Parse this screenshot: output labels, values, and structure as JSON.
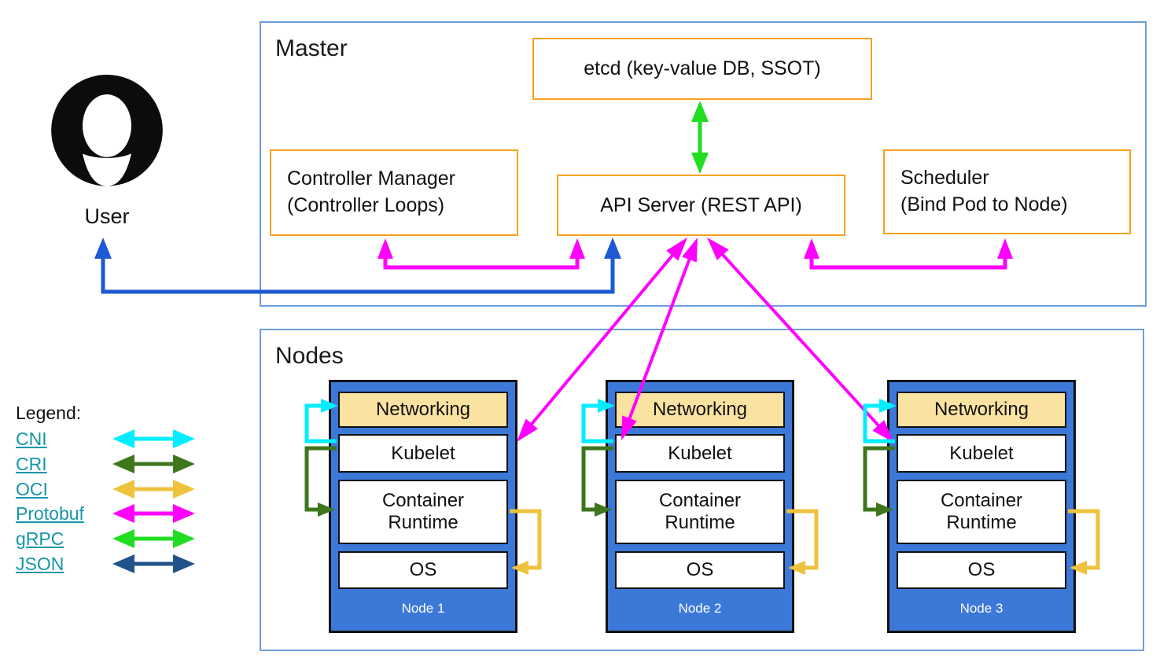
{
  "user": {
    "label": "User"
  },
  "master": {
    "title": "Master",
    "etcd": "etcd (key-value DB, SSOT)",
    "controller_manager_line1": "Controller Manager",
    "controller_manager_line2": "(Controller Loops)",
    "api_server": "API Server (REST API)",
    "scheduler_line1": "Scheduler",
    "scheduler_line2": "(Bind Pod to Node)"
  },
  "nodes_section": {
    "title": "Nodes",
    "layers": {
      "networking": "Networking",
      "kubelet": "Kubelet",
      "container_runtime": "Container Runtime",
      "os": "OS"
    },
    "nodes": [
      {
        "label": "Node 1"
      },
      {
        "label": "Node 2"
      },
      {
        "label": "Node 3"
      }
    ]
  },
  "legend": {
    "title": "Legend:",
    "items": [
      {
        "label": "CNI"
      },
      {
        "label": "CRI"
      },
      {
        "label": "OCI"
      },
      {
        "label": "Protobuf"
      },
      {
        "label": "gRPC"
      },
      {
        "label": "JSON"
      }
    ]
  },
  "colors": {
    "frame": "#6d9ddb",
    "orange": "#f6a21e",
    "node_blue": "#3b78d8",
    "amber": "#fae2a0",
    "link": "#1596a8",
    "cni": "#00eeff",
    "cri": "#3e761d",
    "oci": "#eec23d",
    "protobuf": "#ff00ff",
    "grpc": "#22dd22",
    "json": "#21538b",
    "user_json": "#1c59d2"
  }
}
